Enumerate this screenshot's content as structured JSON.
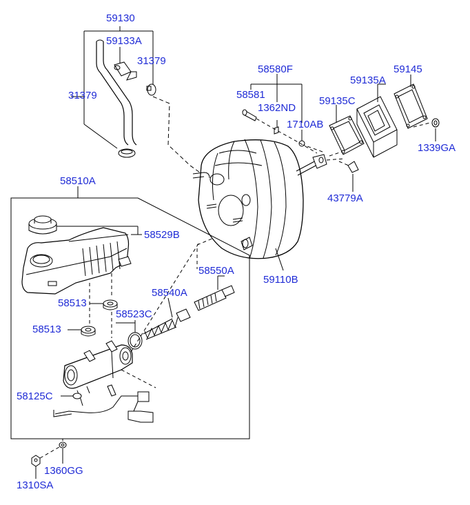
{
  "diagram": {
    "accent_color": "#1f2bd6",
    "line_color": "#000000",
    "parts": {
      "p59130": "59130",
      "p59133A": "59133A",
      "p31379_right": "31379",
      "p31379_left": "31379",
      "p58580F": "58580F",
      "p58581": "58581",
      "p1362ND": "1362ND",
      "p1710AB": "1710AB",
      "p59135C": "59135C",
      "p59135A": "59135A",
      "p59145": "59145",
      "p1339GA": "1339GA",
      "p43779A": "43779A",
      "p59110B": "59110B",
      "p58510A": "58510A",
      "p58529B": "58529B",
      "p58550A": "58550A",
      "p58540A": "58540A",
      "p58513_upper": "58513",
      "p58513_lower": "58513",
      "p58523C": "58523C",
      "p58125C": "58125C",
      "p1360GG": "1360GG",
      "p1310SA": "1310SA"
    }
  }
}
